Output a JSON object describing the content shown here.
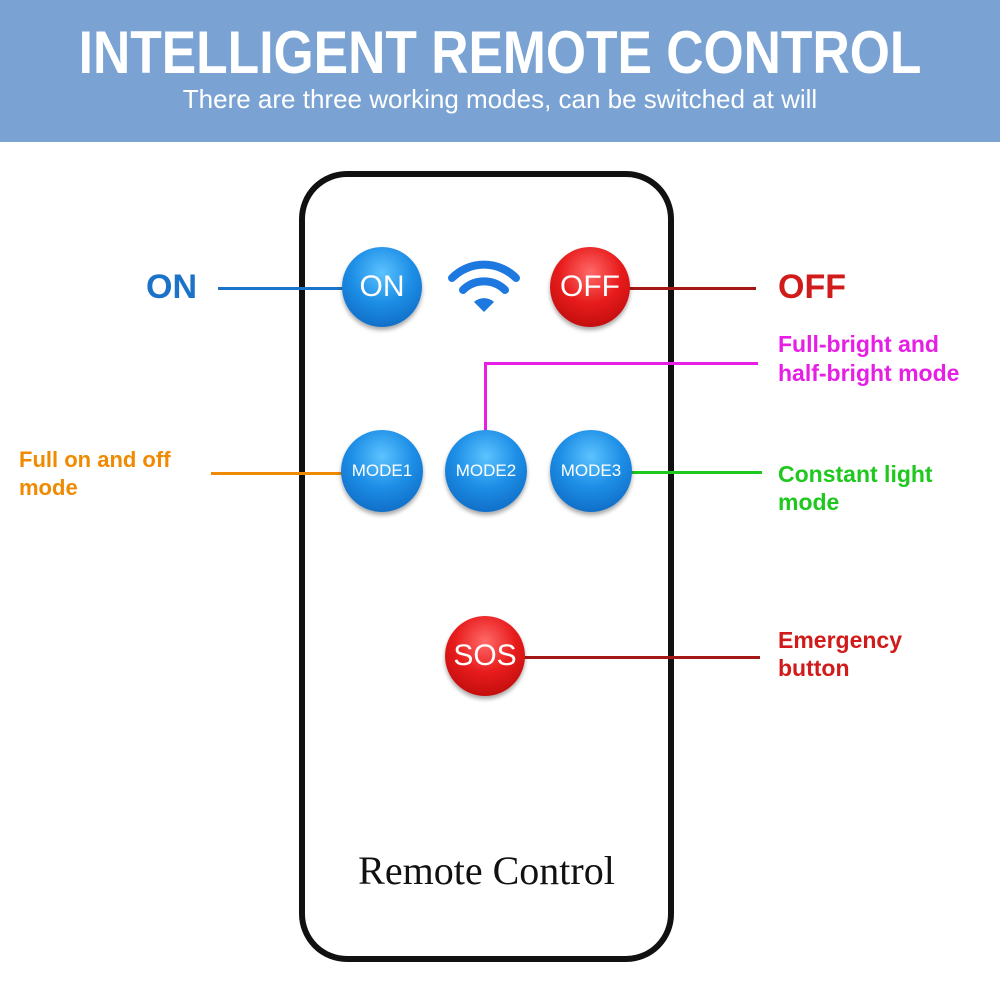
{
  "header": {
    "title": "INTELLIGENT REMOTE CONTROL",
    "subtitle": "There are three working modes, can be switched at will"
  },
  "remote": {
    "label": "Remote Control",
    "wifi_icon": "wifi-icon",
    "buttons": {
      "on": "ON",
      "off": "OFF",
      "mode1": "MODE1",
      "mode2": "MODE2",
      "mode3": "MODE3",
      "sos": "SOS"
    }
  },
  "callouts": {
    "on": {
      "text": "ON",
      "color": "#1a73c9"
    },
    "off": {
      "text": "OFF",
      "color": "#d11a1a"
    },
    "mode1": {
      "line1": "Full on and off",
      "line2": "mode",
      "color": "#f08a00"
    },
    "mode2": {
      "line1": "Full-bright and",
      "line2": "half-bright mode",
      "color": "#e61ee6"
    },
    "mode3": {
      "line1": "Constant light",
      "line2": "mode",
      "color": "#1ec81e"
    },
    "sos": {
      "line1": "Emergency",
      "line2": "button",
      "color": "#d11a1a"
    }
  },
  "colors": {
    "header_bg": "#7aa3d3",
    "button_blue": "#1d8ee6",
    "button_red": "#e81c1c"
  }
}
